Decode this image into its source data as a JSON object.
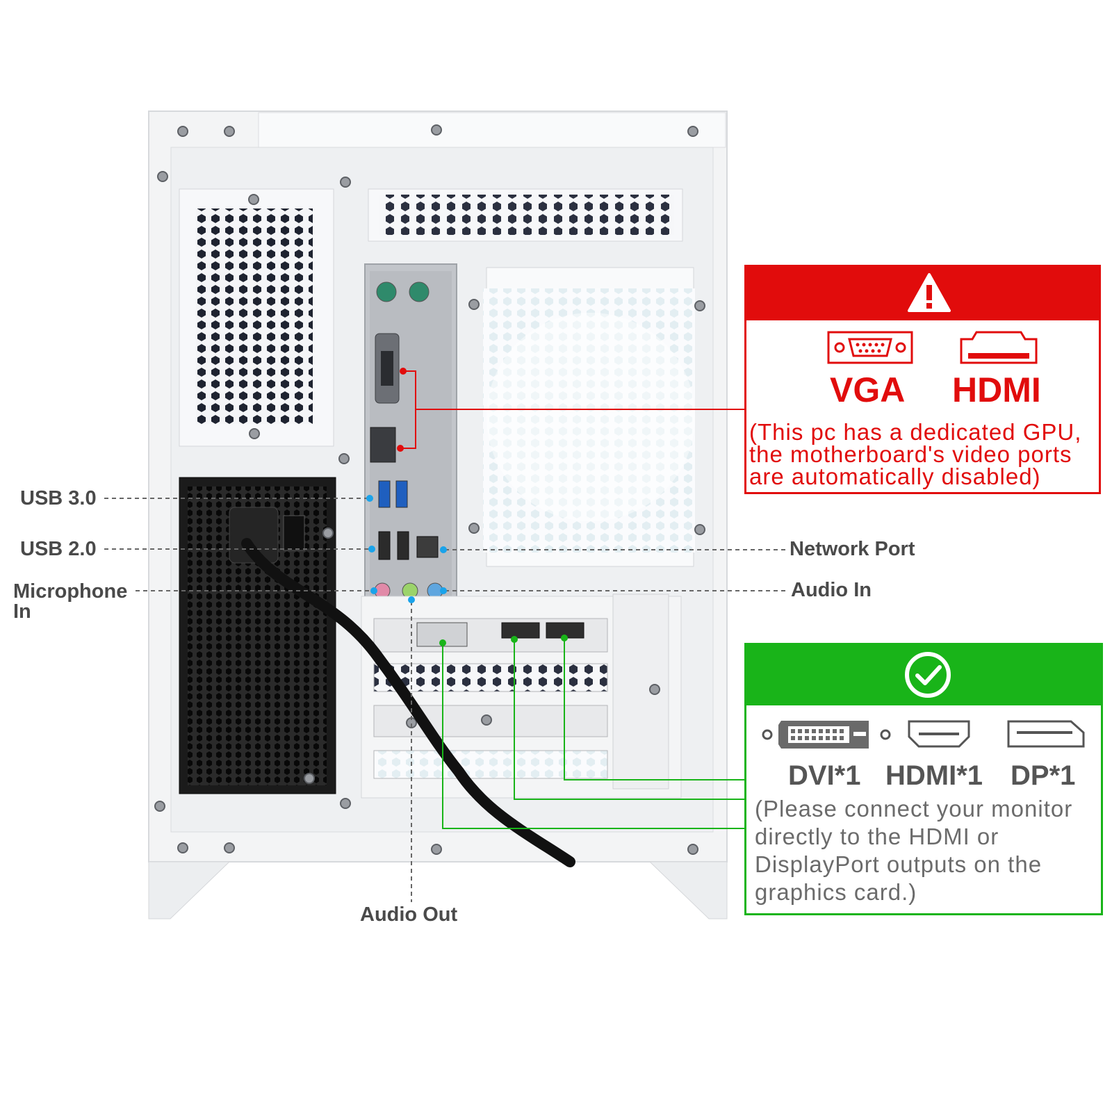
{
  "labels": {
    "usb30": "USB 3.0",
    "usb20": "USB 2.0",
    "microphone_line1": "Microphone",
    "microphone_line2": "In",
    "network": "Network Port",
    "audio_in": "Audio In",
    "audio_out": "Audio Out"
  },
  "warning_panel": {
    "icon": "warning-triangle-icon",
    "port_vga": "VGA",
    "port_hdmi": "HDMI",
    "note_lines": [
      "(This pc has a dedicated GPU,",
      "the motherboard's video ports",
      "are automatically disabled)"
    ],
    "color": "#e10c0c"
  },
  "ok_panel": {
    "icon": "checkmark-circle-icon",
    "port_dvi": "DVI*1",
    "port_hdmi": "HDMI*1",
    "port_dp": "DP*1",
    "note_lines": [
      "(Please connect your monitor",
      "directly to the HDMI or",
      "DisplayPort outputs on the",
      "graphics card.)"
    ],
    "color": "#19b419"
  }
}
